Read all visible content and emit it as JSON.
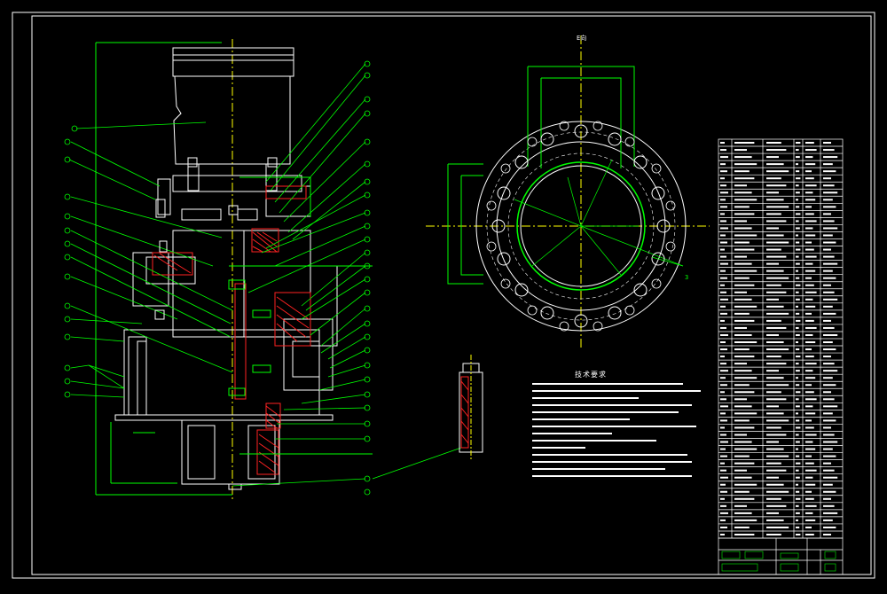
{
  "drawing": {
    "view_label": "E向",
    "notes_title": "技术要求",
    "section_mark": "3"
  },
  "colors": {
    "background": "#000000",
    "frame": "#ffffff",
    "outline": "#ffffff",
    "dimension": "#00ff00",
    "centerline": "#ffff00",
    "section": "#ff0000",
    "hatch": "#ff3333",
    "text": "#ffffff",
    "table_lines": "#ffffff",
    "title_block_green": "#00cc00"
  }
}
